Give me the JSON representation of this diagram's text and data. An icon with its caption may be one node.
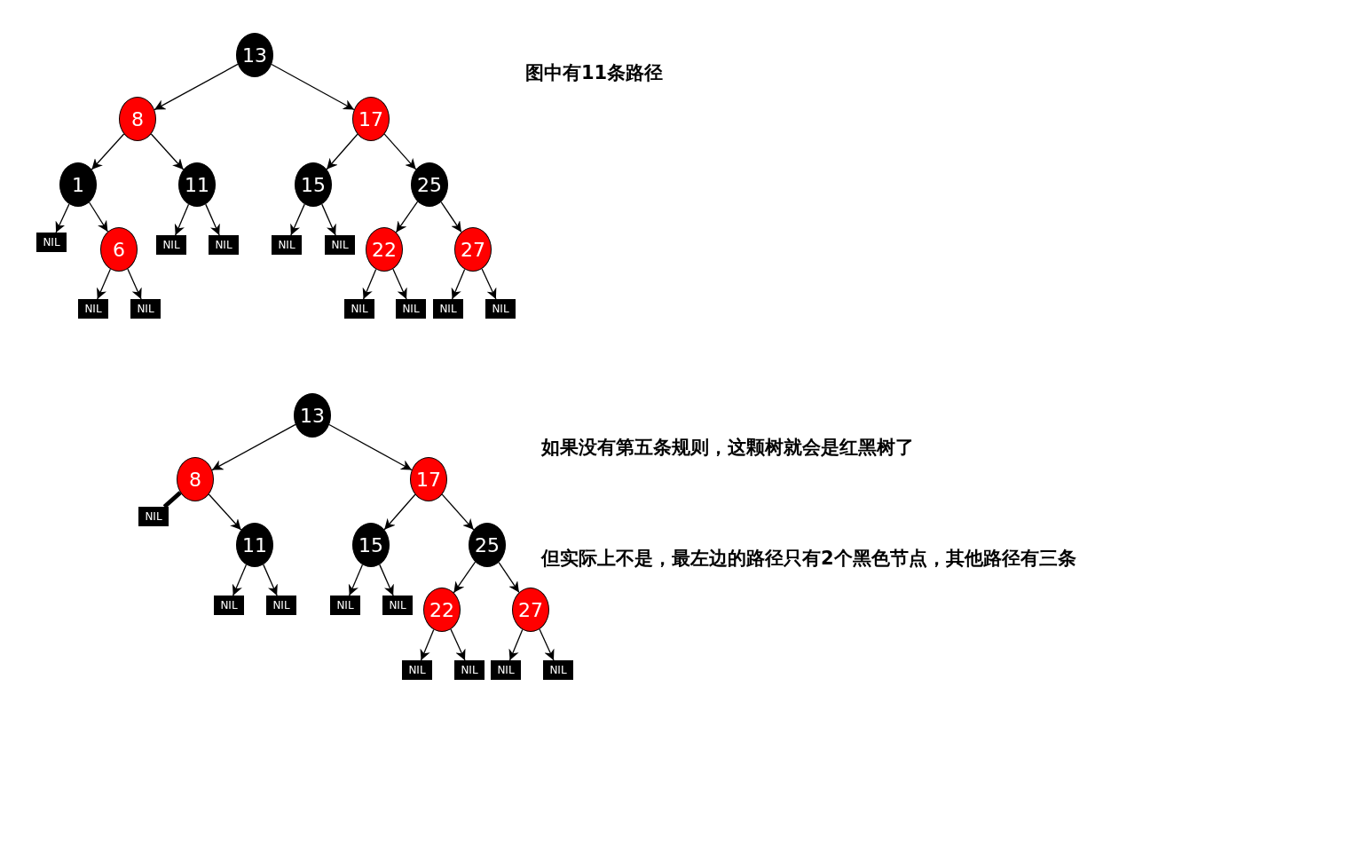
{
  "diagram": {
    "nodes": [
      {
        "text": [
          "13"
        ]
      },
      {
        "text": [
          "8"
        ]
      },
      {
        "text": [
          "17"
        ]
      },
      {
        "text": [
          "1"
        ]
      },
      {
        "text": [
          "11"
        ]
      },
      {
        "text": [
          "15"
        ]
      },
      {
        "text": [
          "25"
        ]
      },
      {
        "text": [
          "NIL"
        ]
      },
      {
        "text": [
          "6"
        ]
      },
      {
        "text": [
          "NIL"
        ]
      },
      {
        "text": [
          "NIL"
        ]
      },
      {
        "text": [
          "NIL"
        ]
      },
      {
        "text": [
          "NIL"
        ]
      },
      {
        "text": [
          "22"
        ]
      },
      {
        "text": [
          "27"
        ]
      },
      {
        "text": [
          "NIL"
        ]
      },
      {
        "text": [
          "NIL"
        ]
      },
      {
        "text": [
          "NIL"
        ]
      },
      {
        "text": [
          "NIL"
        ]
      },
      {
        "text": [
          "NIL"
        ]
      },
      {
        "text": [
          "NIL"
        ]
      },
      {
        "text": [
          "13"
        ]
      },
      {
        "text": [
          "8"
        ]
      },
      {
        "text": [
          "17"
        ]
      },
      {
        "text": [
          "NIL"
        ]
      },
      {
        "text": [
          "11"
        ]
      },
      {
        "text": [
          "15"
        ]
      },
      {
        "text": [
          "25"
        ]
      },
      {
        "text": [
          "NIL"
        ]
      },
      {
        "text": [
          "NIL"
        ]
      },
      {
        "text": [
          "NIL"
        ]
      },
      {
        "text": [
          "NIL"
        ]
      },
      {
        "text": [
          "22"
        ]
      },
      {
        "text": [
          "27"
        ]
      },
      {
        "text": [
          "NIL"
        ]
      },
      {
        "text": [
          "NIL"
        ]
      },
      {
        "text": [
          "NIL"
        ]
      },
      {
        "text": [
          "NIL"
        ]
      }
    ],
    "edges": [
      {
        "from": 0,
        "to": 1,
        "arrow": "to"
      },
      {
        "from": 0,
        "to": 2,
        "arrow": "to"
      },
      {
        "from": 1,
        "to": 3,
        "arrow": "to"
      },
      {
        "from": 1,
        "to": 4,
        "arrow": "to"
      },
      {
        "from": 2,
        "to": 5,
        "arrow": "to"
      },
      {
        "from": 2,
        "to": 6,
        "arrow": "to"
      },
      {
        "from": 3,
        "to": 7,
        "arrow": "to"
      },
      {
        "from": 3,
        "to": 8,
        "arrow": "to"
      },
      {
        "from": 4,
        "to": 9,
        "arrow": "to"
      },
      {
        "from": 4,
        "to": 10,
        "arrow": "to"
      },
      {
        "from": 5,
        "to": 11,
        "arrow": "to"
      },
      {
        "from": 5,
        "to": 12,
        "arrow": "to"
      },
      {
        "from": 6,
        "to": 13,
        "arrow": "to"
      },
      {
        "from": 6,
        "to": 14,
        "arrow": "to"
      },
      {
        "from": 8,
        "to": 15,
        "arrow": "to"
      },
      {
        "from": 8,
        "to": 16,
        "arrow": "to"
      },
      {
        "from": 13,
        "to": 17,
        "arrow": "to"
      },
      {
        "from": 13,
        "to": 18,
        "arrow": "to"
      },
      {
        "from": 14,
        "to": 19,
        "arrow": "to"
      },
      {
        "from": 14,
        "to": 20,
        "arrow": "to"
      },
      {
        "from": 21,
        "to": 22,
        "arrow": "to"
      },
      {
        "from": 21,
        "to": 23,
        "arrow": "to"
      },
      {
        "from": 22,
        "to": 24,
        "arrow": "none",
        "style": "thick"
      },
      {
        "from": 22,
        "to": 25,
        "arrow": "to"
      },
      {
        "from": 23,
        "to": 26,
        "arrow": "to"
      },
      {
        "from": 23,
        "to": 27,
        "arrow": "to"
      },
      {
        "from": 25,
        "to": 28,
        "arrow": "to"
      },
      {
        "from": 25,
        "to": 29,
        "arrow": "to"
      },
      {
        "from": 26,
        "to": 30,
        "arrow": "to"
      },
      {
        "from": 26,
        "to": 31,
        "arrow": "to"
      },
      {
        "from": 27,
        "to": 32,
        "arrow": "to"
      },
      {
        "from": 27,
        "to": 33,
        "arrow": "to"
      },
      {
        "from": 32,
        "to": 34,
        "arrow": "to"
      },
      {
        "from": 32,
        "to": 35,
        "arrow": "to"
      },
      {
        "from": 33,
        "to": 36,
        "arrow": "to"
      },
      {
        "from": 33,
        "to": 37,
        "arrow": "to"
      }
    ],
    "labels": [
      "图中有11条路径",
      "如果没有第五条规则，这颗树就会是红黑树了",
      "但实际上不是，最左边的路径只有2个黑色节点，其他路径有三条"
    ]
  }
}
